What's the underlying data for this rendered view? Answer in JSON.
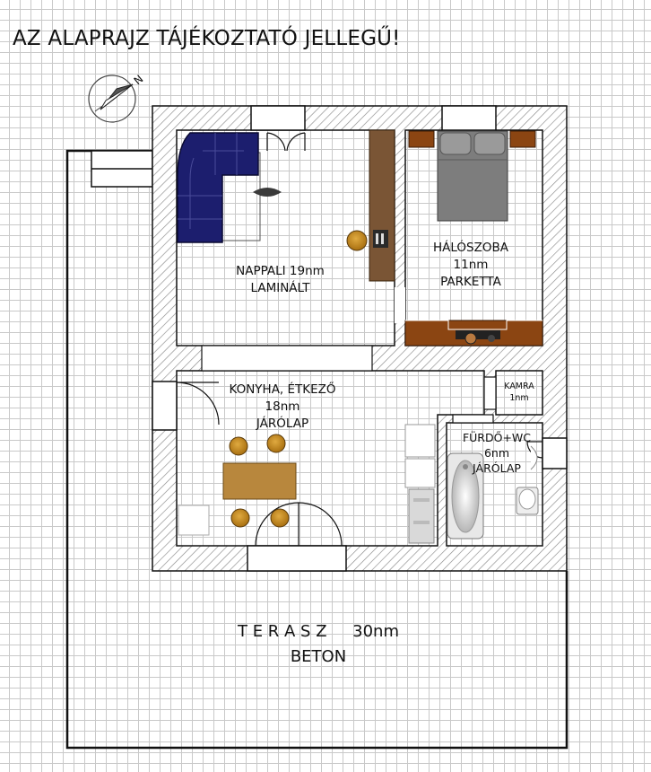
{
  "header": {
    "title": "AZ ALAPRAJZ TÁJÉKOZTATÓ JELLEGŰ!"
  },
  "compass": {
    "label": "N"
  },
  "rooms": {
    "living": {
      "name": "NAPPALI  19nm",
      "floor": "LAMINÁLT"
    },
    "bedroom": {
      "name": "HÁLÓSZOBA",
      "area": "11nm",
      "floor": "PARKETTA"
    },
    "kitchen": {
      "name": "KONYHA, ÉTKEZŐ",
      "area": "18nm",
      "floor": "JÁRÓLAP"
    },
    "pantry": {
      "name": "KAMRA",
      "area": "1nm"
    },
    "bathroom": {
      "name": "FÜRDŐ+WC",
      "area": "6nm",
      "floor": "JÁRÓLAP"
    },
    "terrace": {
      "name": "T E R A S Z     30nm",
      "floor": "BETON"
    }
  },
  "colors": {
    "wall_outline": "#000000",
    "hatch": "#9a9a9a",
    "sofa": "#1c1e6e",
    "wardrobe": "#7a5535",
    "bed_frame": "#8b4512",
    "bed_cover": "#7d7d7d",
    "table": "#b8873d",
    "chair": "#c8901e"
  }
}
